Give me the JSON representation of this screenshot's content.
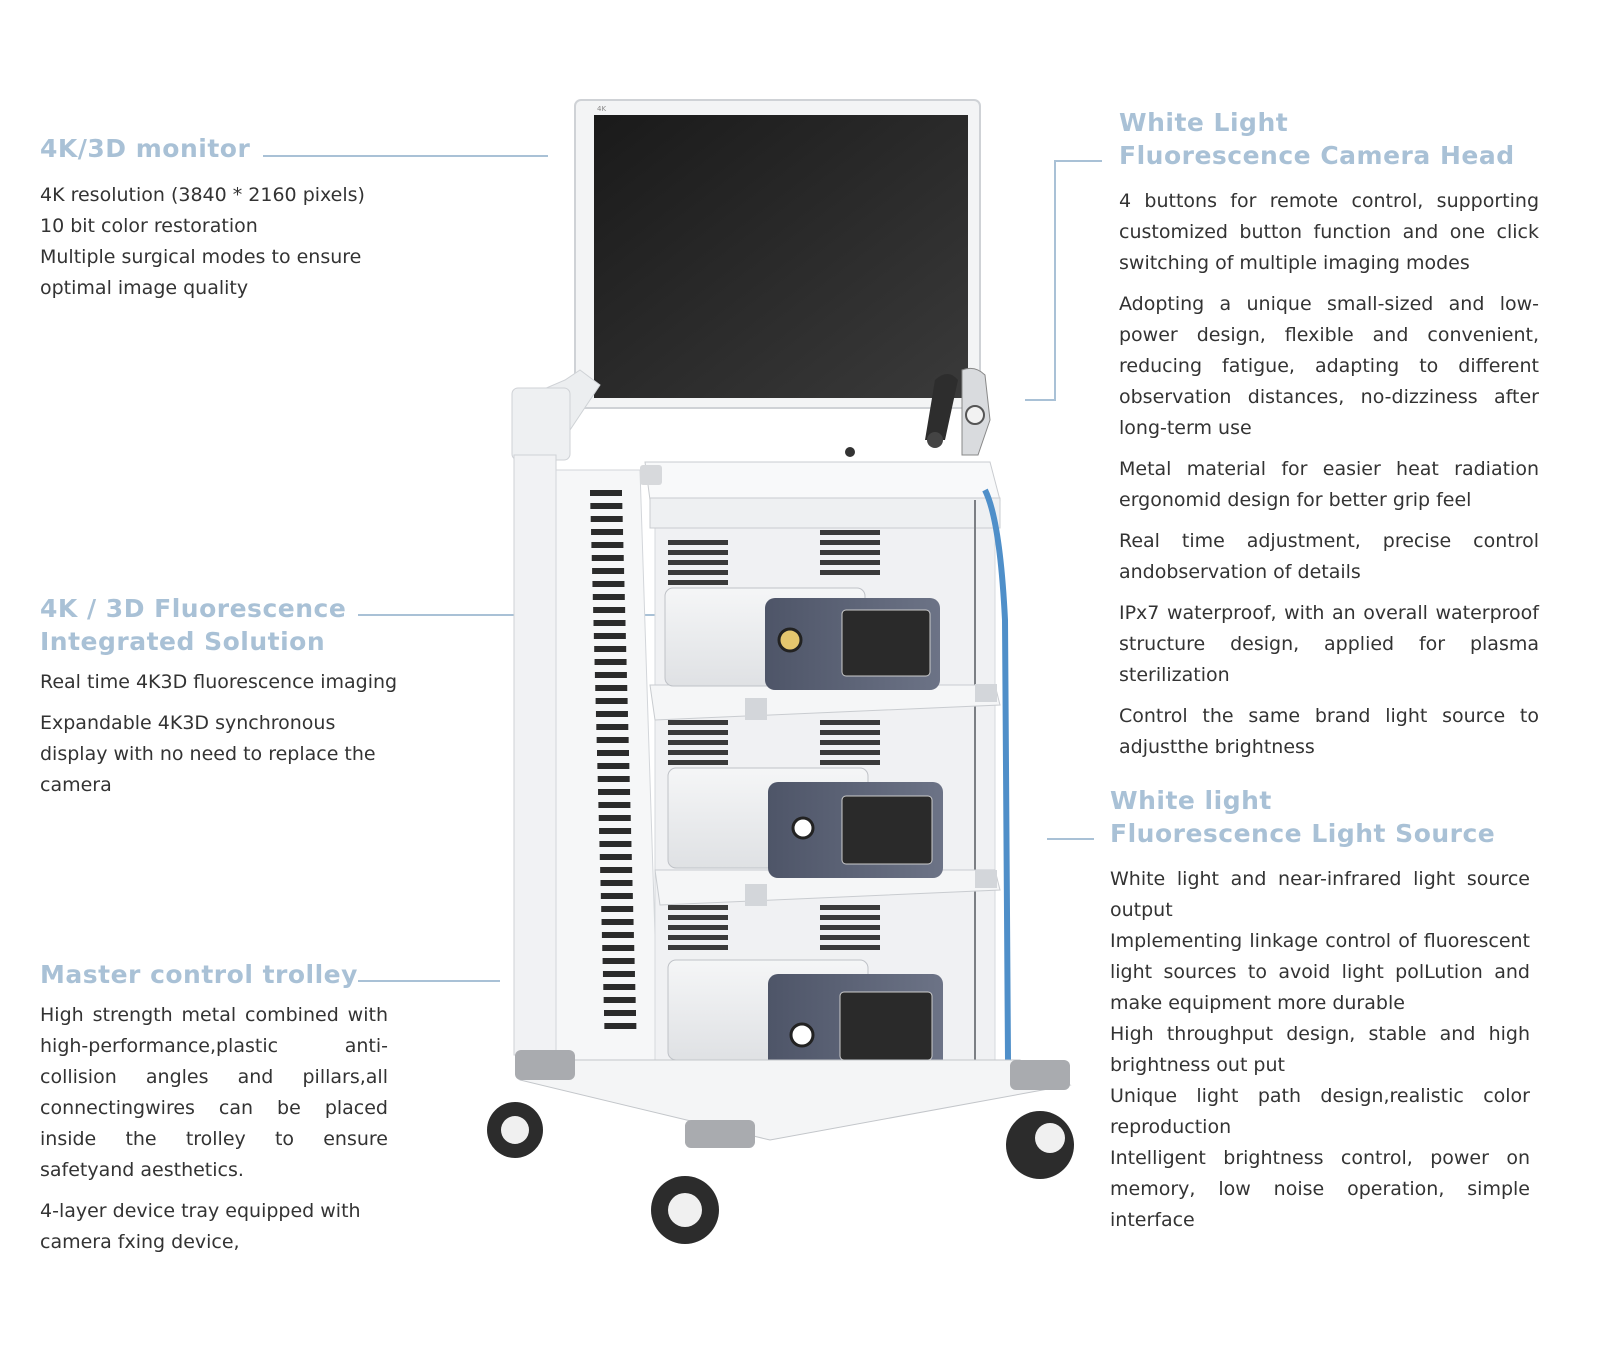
{
  "sections": {
    "monitor": {
      "heading": "4K/3D monitor",
      "lines": [
        "4K resolution (3840 * 2160 pixels)",
        "10 bit color restoration",
        "Multiple surgical modes to ensure optimal image quality"
      ]
    },
    "fluorescence_solution": {
      "heading_line1": "4K / 3D Fluorescence",
      "heading_line2": "Integrated Solution",
      "lines": [
        "Real time 4K3D fluorescence imaging",
        "Expandable 4K3D synchronous display with no need to replace the camera"
      ]
    },
    "trolley": {
      "heading": "Master control trolley",
      "lines": [
        "High strength metal combined with high-performance,plastic anti-collision angles and pillars,all connectingwires can be placed inside the trolley to ensure safetyand aesthetics.",
        "4-layer device tray equipped with camera fxing device,"
      ]
    },
    "camera_head": {
      "heading_line1": "White Light",
      "heading_line2": "Fluorescence Camera Head",
      "lines": [
        "4 buttons for remote control, supporting customized button function and one click switching of multiple imaging modes",
        "Adopting a unique small-sized and low-power design, flexible and convenient, reducing fatigue, adapting to different observation distances, no-dizziness after long-term use",
        "Metal material for easier heat radiation ergonomid design for better grip feel",
        "Real time adjustment, precise control andobservation of details",
        "IPx7 waterproof, with an overall waterproof structure design, applied for plasma sterilization",
        "Control the same brand light source to adjustthe brightness"
      ]
    },
    "light_source": {
      "heading_line1": "White light",
      "heading_line2": "Fluorescence Light Source",
      "lines": [
        "White light and near-infrared light source output",
        "Implementing linkage control of fluorescent light sources to avoid light polLution and make equipment more durable",
        "High throughput design, stable and high brightness out put",
        "Unique light path design,realistic color reproduction",
        "Intelligent brightness control, power on memory, low noise operation, simple interface"
      ]
    }
  },
  "product": {
    "monitor_badge": "4K"
  },
  "colors": {
    "heading": "#a9c1d6",
    "connector": "#a9c1d6",
    "device_panel": "#5d6478",
    "cable": "#4f8fc9"
  }
}
